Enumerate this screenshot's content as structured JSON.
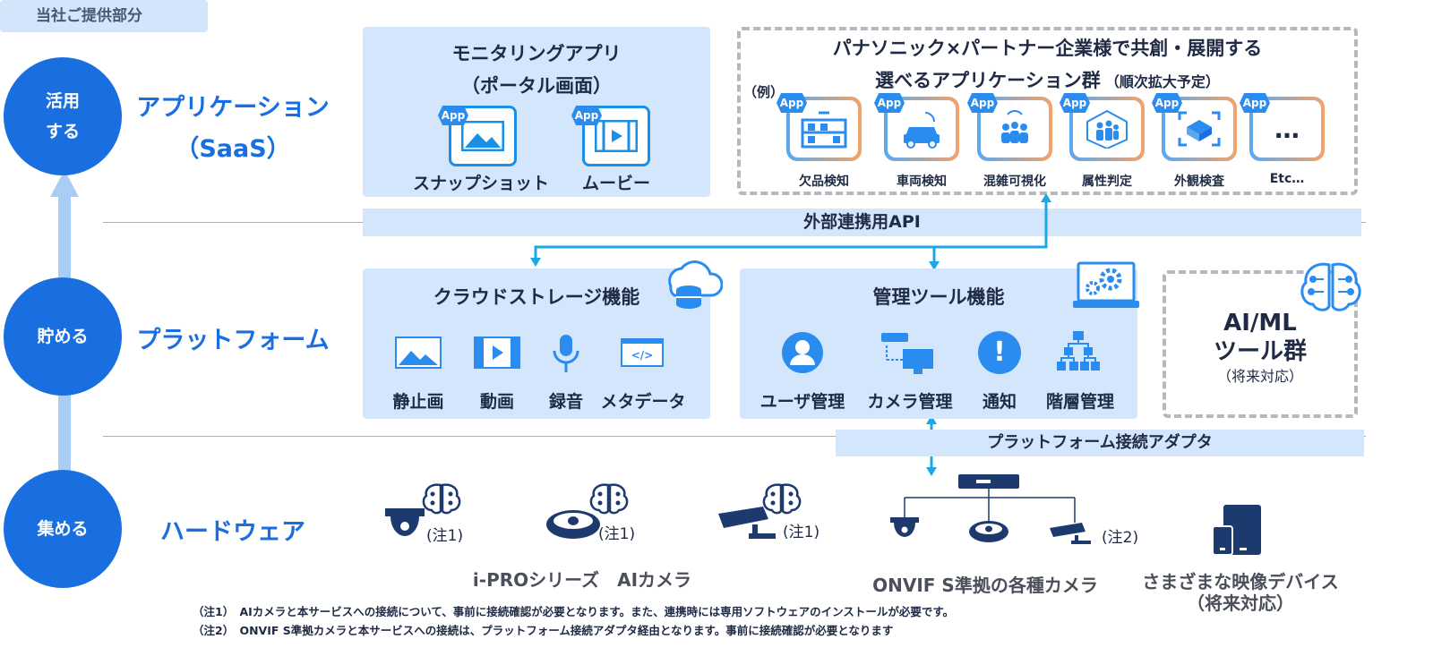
{
  "header_tag": "当社ご提供部分",
  "layers": [
    {
      "circle": [
        "活用",
        "する"
      ],
      "name": [
        "アプリケーション",
        "（SaaS）"
      ]
    },
    {
      "circle": [
        "貯める"
      ],
      "name": [
        "プラットフォーム"
      ]
    },
    {
      "circle": [
        "集める"
      ],
      "name": [
        "ハードウェア"
      ]
    }
  ],
  "monitoring": {
    "title": [
      "モニタリングアプリ",
      "（ポータル画面）"
    ],
    "badge": "App",
    "items": [
      "スナップショット",
      "ムービー"
    ]
  },
  "partner": {
    "title": [
      "パナソニック×パートナー企業様で共創・展開する",
      "選べるアプリケーション群"
    ],
    "subtitle": "（順次拡大予定）",
    "example": "（例）",
    "badge": "App",
    "items": [
      "欠品検知",
      "車両検知",
      "混雑可視化",
      "属性判定",
      "外観検査",
      "Etc…"
    ],
    "etc_symbol": "…"
  },
  "api_bar": "外部連携用API",
  "cloud_storage": {
    "title": "クラウドストレージ機能",
    "items": [
      "静止画",
      "動画",
      "録音",
      "メタデータ"
    ],
    "meta_icon_text": "</>"
  },
  "mgmt": {
    "title": "管理ツール機能",
    "items": [
      "ユーザ管理",
      "カメラ管理",
      "通知",
      "階層管理"
    ],
    "notify_symbol": "!"
  },
  "aiml": {
    "title": [
      "AI/ML",
      "ツール群"
    ],
    "sub": "（将来対応）"
  },
  "adapter_bar": "プラットフォーム接続アダプタ",
  "hardware": {
    "note1": "(注1)",
    "note2": "(注2)",
    "ipro_label": "i-PROシリーズ　AIカメラ",
    "onvif_label": "ONVIF S準拠の各種カメラ",
    "devices_label": [
      "さまざまな映像デバイス",
      "（将来対応）"
    ]
  },
  "footnotes": [
    "（注1）　AIカメラと本サービスへの接続について、事前に接続確認が必要となります。また、連携時には専用ソフトウェアのインストールが必要です。",
    "（注2）　ONVIF S準拠カメラと本サービスへの接続は、プラットフォーム接続アダプタ経由となります。事前に接続確認が必要となります"
  ],
  "colors": {
    "primary": "#1a6fe0",
    "panel": "#d4e6fb",
    "arrow_light": "#a9cdf6",
    "connector": "#1aa8e6",
    "badge": "#2b8cf0"
  }
}
